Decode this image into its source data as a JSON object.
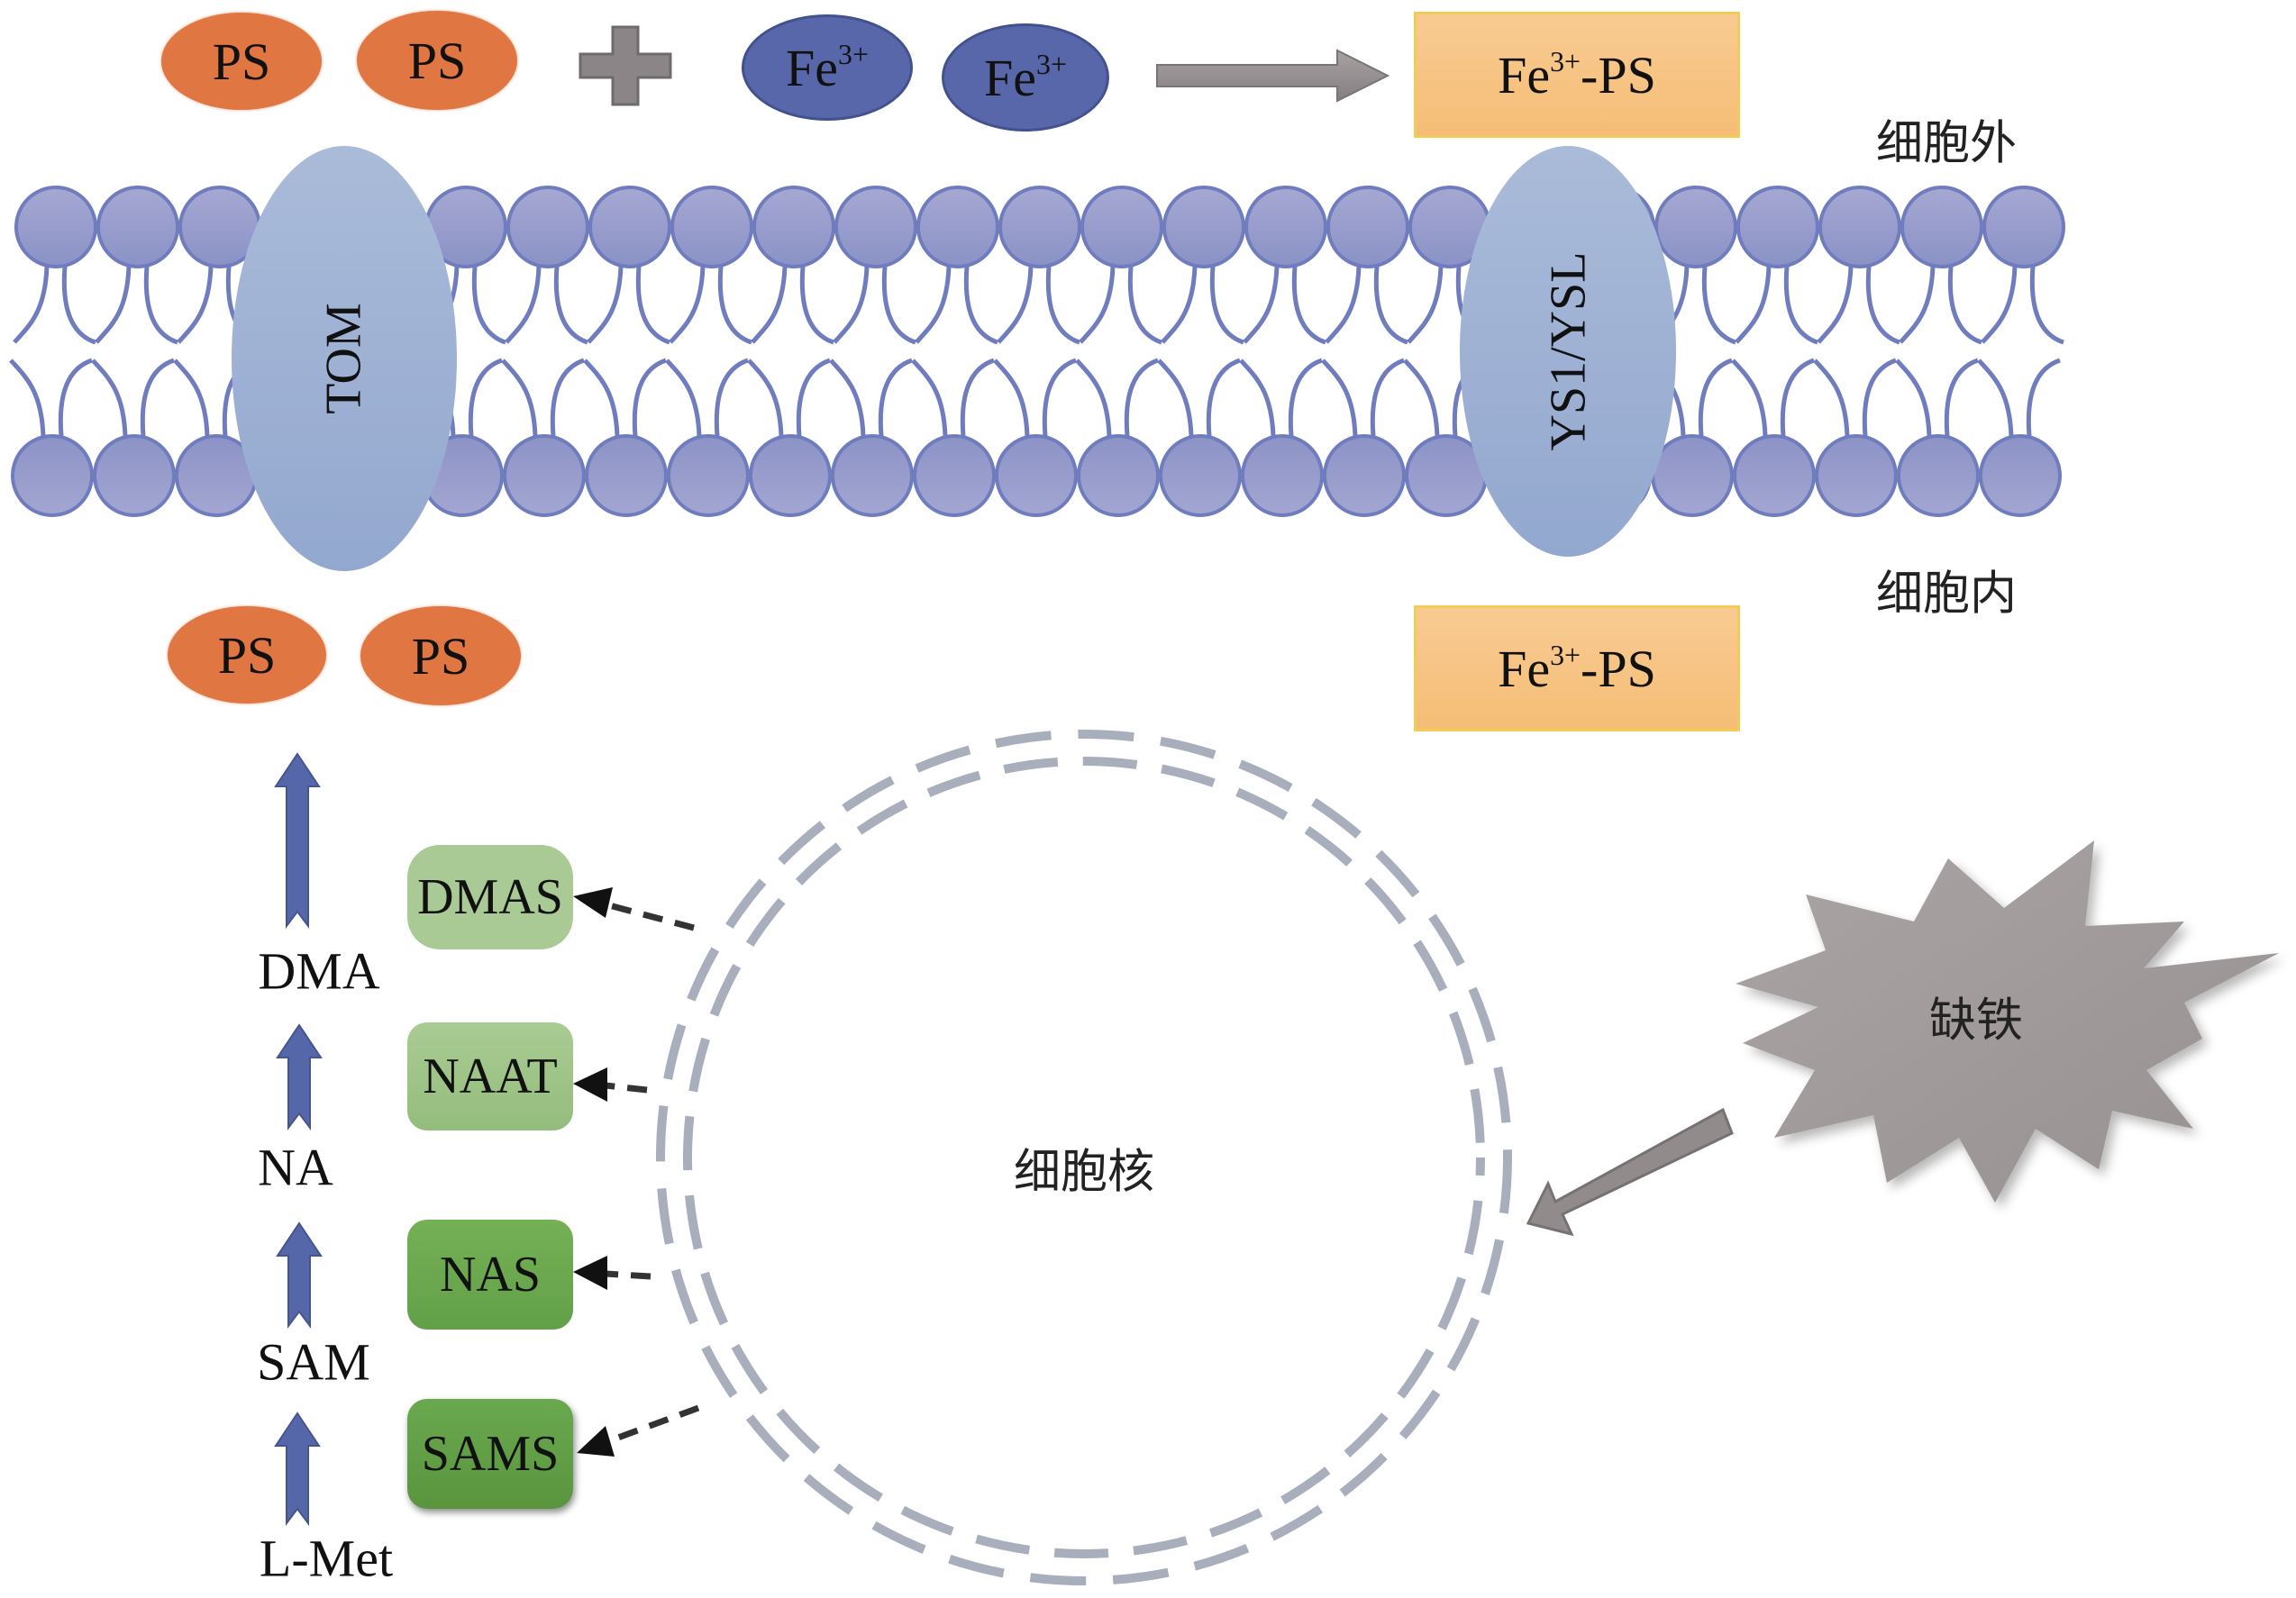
{
  "colors": {
    "phytosiderophore": "#E07642",
    "iron": "#5767AA",
    "complex_box": "#F6C27E",
    "lipid_head": "#9DA1CE",
    "transporter": "#A2B3D6",
    "enzyme_light": "#A9C995",
    "enzyme_dark": "#62A048",
    "pathway_arrow": "#5567A8",
    "nucleus_membrane": "#A9AEBC",
    "stress_burst": "#A29C9C"
  },
  "extracellular": {
    "ps_molecules": [
      "PS",
      "PS"
    ],
    "plus_symbol": "plus-sign",
    "iron_ions": [
      {
        "base": "Fe",
        "charge": "3+"
      },
      {
        "base": "Fe",
        "charge": "3+"
      }
    ],
    "complex": {
      "base": "Fe",
      "charge": "3+",
      "suffix": "-PS"
    },
    "region_label": "细胞外"
  },
  "membrane": {
    "transporters": [
      {
        "label": "TOM"
      },
      {
        "label": "YS1/YSL"
      }
    ]
  },
  "intracellular": {
    "region_label": "细胞内",
    "ps_molecules": [
      "PS",
      "PS"
    ],
    "complex": {
      "base": "Fe",
      "charge": "3+",
      "suffix": "-PS"
    }
  },
  "pathway": {
    "metabolites": [
      "DMA",
      "NA",
      "SAM",
      "L-Met"
    ],
    "enzymes": [
      "DMAS",
      "NAAT",
      "NAS",
      "SAMS"
    ]
  },
  "nucleus": {
    "label": "细胞核"
  },
  "stress": {
    "label": "缺铁"
  }
}
